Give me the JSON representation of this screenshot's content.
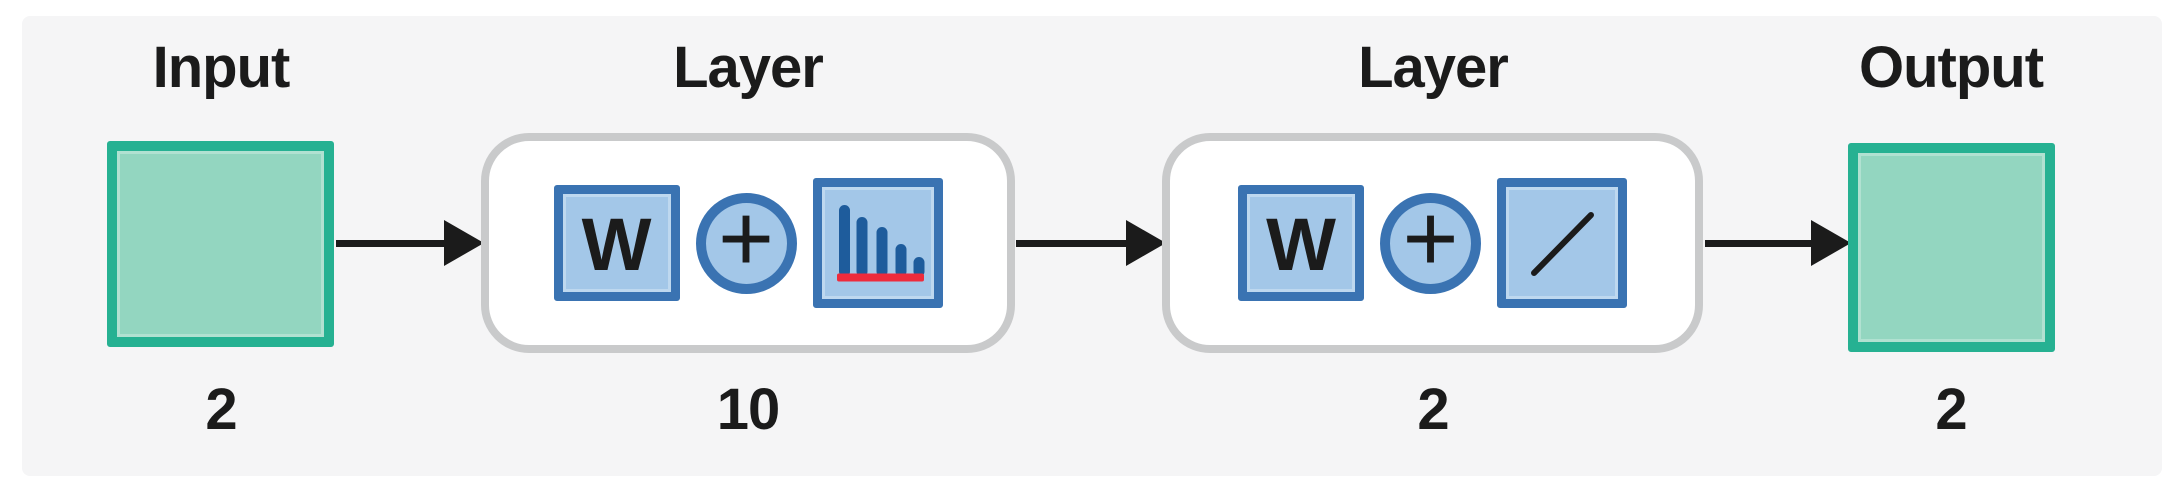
{
  "colors": {
    "page-bg": "#ffffff",
    "panel-bg": "#f5f5f6",
    "node-fill": "#93d6c0",
    "node-border": "#26b192",
    "icon-fill": "#a3c7e8",
    "icon-border": "#3a73b2",
    "bar-blue": "#1e5c9c",
    "underline-red": "#ee2b3c",
    "box-border": "#c9cacb",
    "box-fill": "#ffffff",
    "ink": "#1b1b1b"
  },
  "diagram": {
    "input": {
      "label": "Input",
      "size": "2"
    },
    "layers": [
      {
        "label": "Layer",
        "size": "10",
        "weights_symbol": "W",
        "bias_symbol": "+",
        "activation_icon": "relu-histogram-icon"
      },
      {
        "label": "Layer",
        "size": "2",
        "weights_symbol": "W",
        "bias_symbol": "+",
        "activation_icon": "linear-line-icon"
      }
    ],
    "output": {
      "label": "Output",
      "size": "2"
    }
  }
}
